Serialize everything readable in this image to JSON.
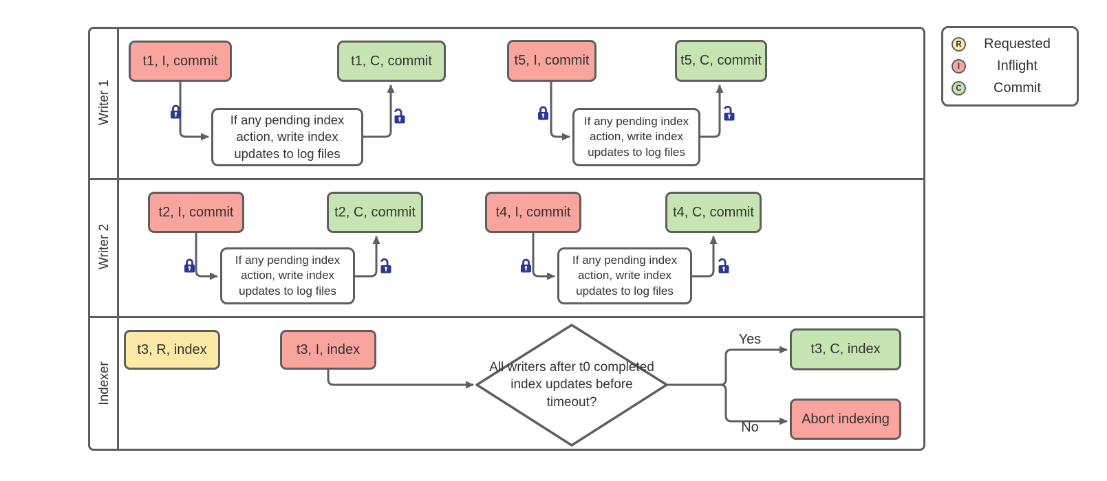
{
  "colors": {
    "requested": "#FBE9A6",
    "inflight": "#F9A59E",
    "commit": "#C7E5B2",
    "process": "#FFFFFF",
    "line": "#5E5E5E",
    "text": "#333333",
    "lock": "#2B3990"
  },
  "legend": {
    "items": [
      {
        "letter": "R",
        "label": "Requested",
        "state": "requested"
      },
      {
        "letter": "I",
        "label": "Inflight",
        "state": "inflight"
      },
      {
        "letter": "C",
        "label": "Commit",
        "state": "commit"
      }
    ]
  },
  "lanes": [
    {
      "label": "Writer 1",
      "nodes": {
        "inflight_a": "t1, I, commit",
        "process_a": "If any pending index action, write index updates to log files",
        "commit_a": "t1, C, commit",
        "inflight_b": "t5, I, commit",
        "process_b": "If any pending index action, write index updates to log files",
        "commit_b": "t5, C, commit"
      }
    },
    {
      "label": "Writer 2",
      "nodes": {
        "inflight_a": "t2, I, commit",
        "process_a": "If any pending index action, write index updates to log files",
        "commit_a": "t2, C, commit",
        "inflight_b": "t4, I, commit",
        "process_b": "If any pending index action, write index updates to log files",
        "commit_b": "t4, C, commit"
      }
    },
    {
      "label": "Indexer",
      "nodes": {
        "requested": "t3, R, index",
        "inflight": "t3, I, index",
        "decision": "All writers after t0 completed index updates before timeout?",
        "commit": "t3, C, index",
        "abort": "Abort indexing"
      },
      "branches": {
        "yes": "Yes",
        "no": "No"
      }
    }
  ]
}
